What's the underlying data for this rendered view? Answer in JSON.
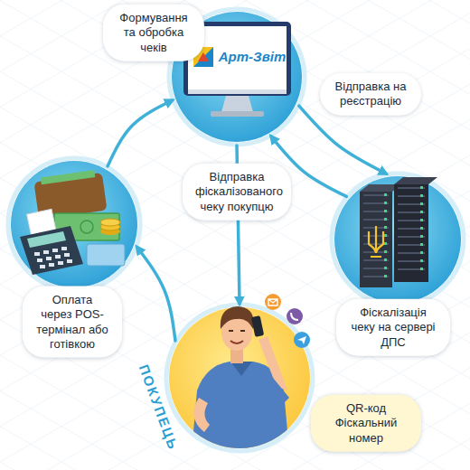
{
  "diagram": {
    "nodes": [
      {
        "text": [
          "Формування та обробка чеків",
          "Арт-Звіт"
        ]
      },
      {
        "text": [
          "Фіскалізація чеку на сервері ДПС"
        ]
      },
      {
        "text": [
          "ПОКУПЕЦЬ",
          "QR-код Фіскальний номер"
        ]
      },
      {
        "text": [
          "Оплата через POS-термінал або готівкою"
        ]
      }
    ],
    "edges": [
      {
        "from": 0,
        "to": 1,
        "arrow": "to",
        "label": "Відправка на реєстрацію"
      },
      {
        "from": 1,
        "to": 0,
        "arrow": "to"
      },
      {
        "from": 0,
        "to": 2,
        "arrow": "to",
        "label": "Відправка фіскалізованого чеку покупцю"
      },
      {
        "from": 2,
        "to": 3,
        "arrow": "to"
      },
      {
        "from": 3,
        "to": 0,
        "arrow": "to"
      }
    ]
  }
}
